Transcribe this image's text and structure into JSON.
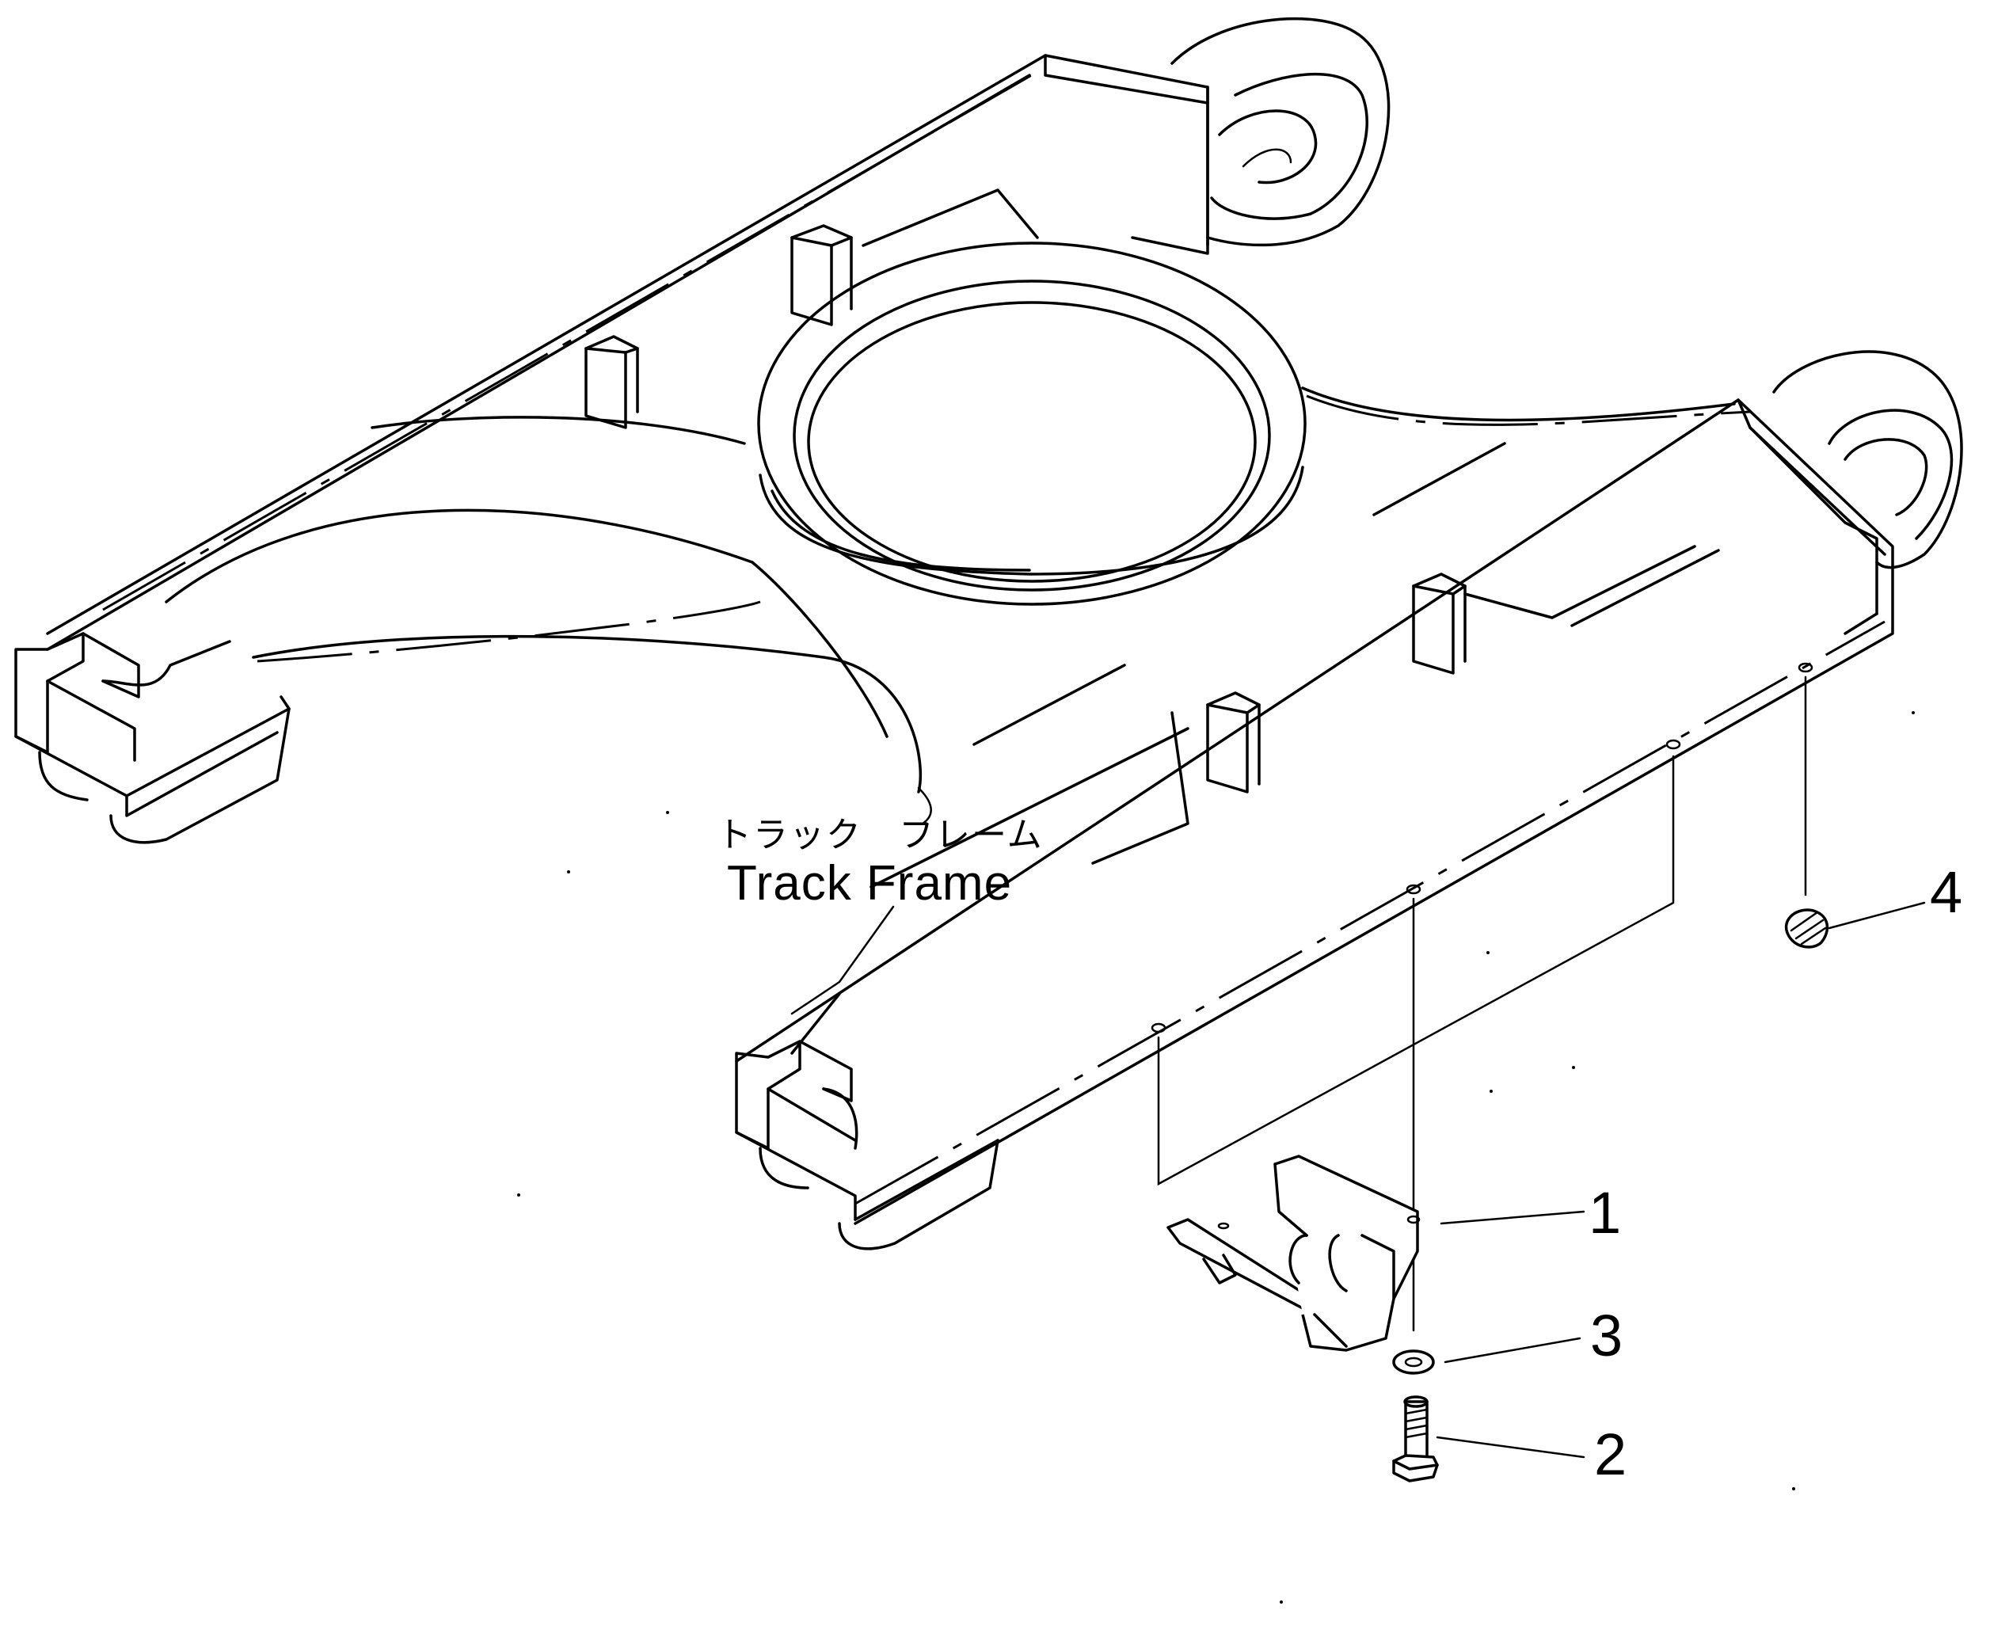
{
  "labels": {
    "track_frame_jp": "トラック　フレーム",
    "track_frame_en": "Track Frame"
  },
  "callouts": [
    {
      "number": "1"
    },
    {
      "number": "2"
    },
    {
      "number": "3"
    },
    {
      "number": "4"
    }
  ],
  "colors": {
    "line": "#000000",
    "background": "#ffffff"
  }
}
